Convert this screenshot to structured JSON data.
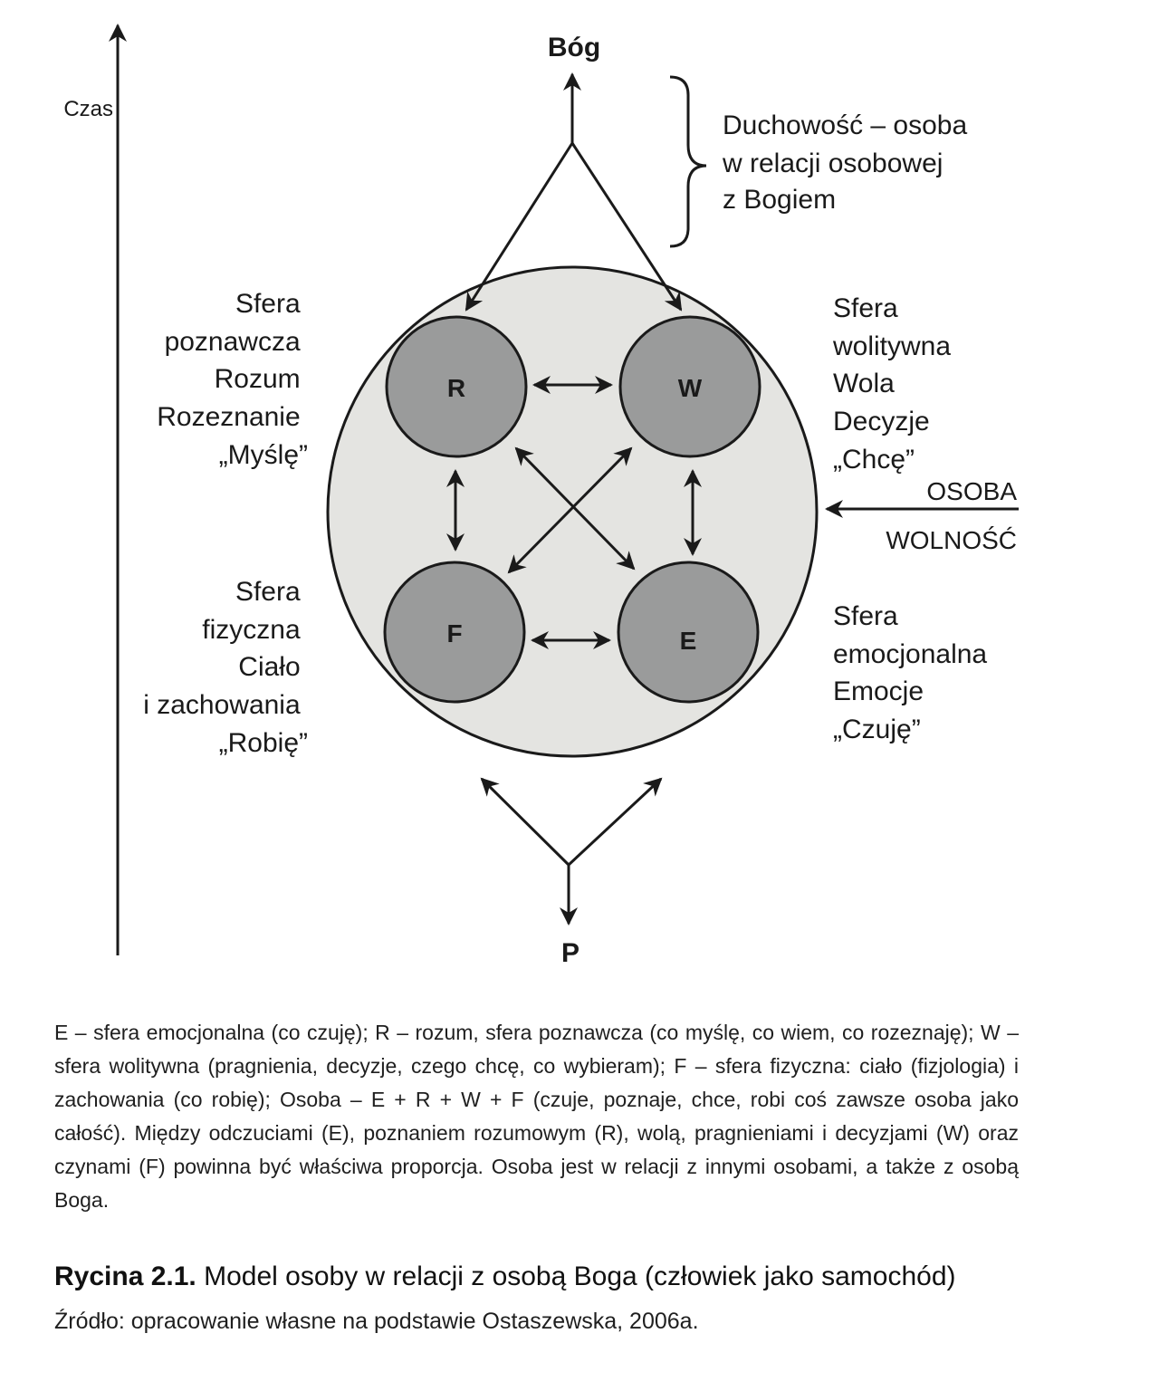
{
  "diagram": {
    "time_axis_label": "Czas",
    "top_label": "Bóg",
    "bottom_label": "P",
    "brace_text": [
      "Duchowość – osoba",
      "w relacji osobowej",
      "z Bogiem"
    ],
    "spheres": {
      "R": {
        "letter": "R",
        "description": [
          "Sfera",
          "poznawcza",
          "Rozum",
          "Rozeznanie",
          "„Myślę”"
        ]
      },
      "W": {
        "letter": "W",
        "description": [
          "Sfera",
          "wolitywna",
          "Wola",
          "Decyzje",
          "„Chcę”"
        ]
      },
      "F": {
        "letter": "F",
        "description": [
          "Sfera",
          "fizyczna",
          "Ciało",
          "i zachowania",
          "„Robię”"
        ]
      },
      "E": {
        "letter": "E",
        "description": [
          "Sfera",
          "emocjonalna",
          "Emocje",
          "„Czuję”"
        ]
      }
    },
    "side_arrow_label_top": "OSOBA",
    "side_arrow_label_bottom": "WOLNOŚĆ"
  },
  "caption": "E – sfera emocjonalna (co czuję); R – rozum, sfera poznawcza (co myślę, co wiem, co rozeznaję); W – sfera wolitywna (pragnienia, decyzje, czego chcę, co wybieram); F – sfera fizyczna: ciało (fizjologia) i zachowania (co robię); Osoba – E + R + W + F (czuje, poznaje, chce, robi coś zawsze osoba jako całość). Między odczuciami (E), poznaniem rozumowym (R), wolą, pragnieniami i decyzjami (W) oraz czynami (F) powinna być właściwa proporcja. Osoba jest w relacji z innymi osobami, a także z osobą Boga.",
  "figure": {
    "number": "Rycina 2.1.",
    "title": "Model osoby w relacji z osobą Boga (człowiek jako samochód)"
  },
  "source": "Źródło: opracowanie własne na podstawie Ostaszewska, 2006a.",
  "colors": {
    "outer_circle": "#e4e4e1",
    "inner_circle": "#9a9b9b",
    "stroke": "#1a1a1a"
  }
}
